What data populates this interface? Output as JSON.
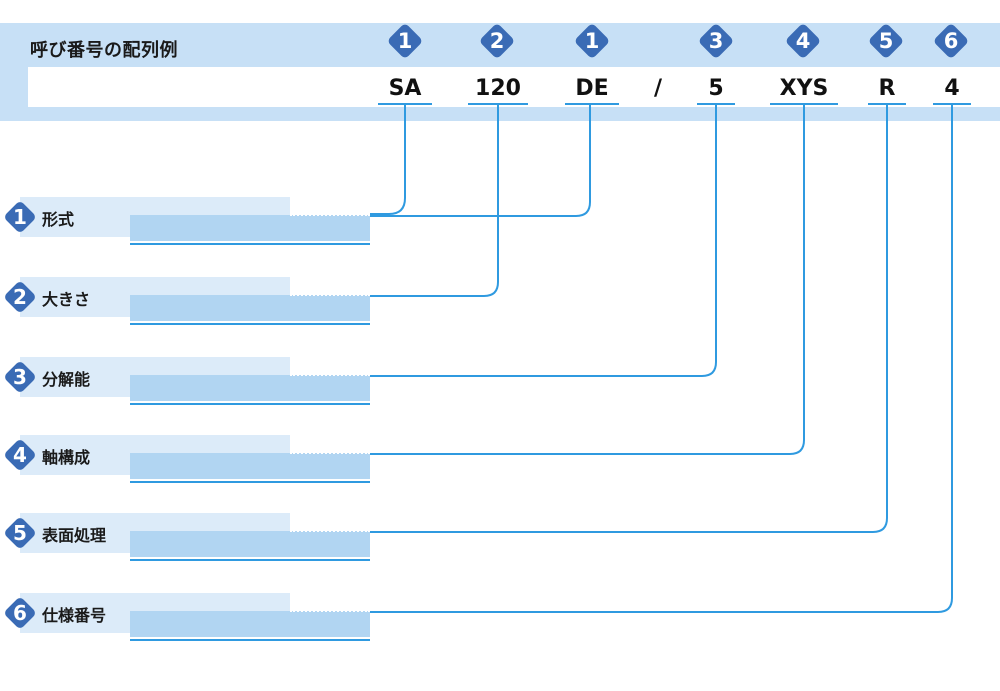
{
  "header": {
    "title": "呼び番号の配列例"
  },
  "code_parts": [
    {
      "text": "SA",
      "badge": "1"
    },
    {
      "text": "120",
      "badge": "2"
    },
    {
      "text": "DE",
      "badge": "1"
    },
    {
      "text": "/",
      "badge": ""
    },
    {
      "text": "5",
      "badge": "3"
    },
    {
      "text": "XYS",
      "badge": "4"
    },
    {
      "text": "R",
      "badge": "5"
    },
    {
      "text": "4",
      "badge": "6"
    }
  ],
  "items": [
    {
      "number": "1",
      "label": "形式"
    },
    {
      "number": "2",
      "label": "大きさ"
    },
    {
      "number": "3",
      "label": "分解能"
    },
    {
      "number": "4",
      "label": "軸構成"
    },
    {
      "number": "5",
      "label": "表面処理"
    },
    {
      "number": "6",
      "label": "仕様番号"
    }
  ],
  "colors": {
    "badge": "#3a6bb5",
    "line": "#2f9ae0",
    "band": "#c7e0f6"
  }
}
